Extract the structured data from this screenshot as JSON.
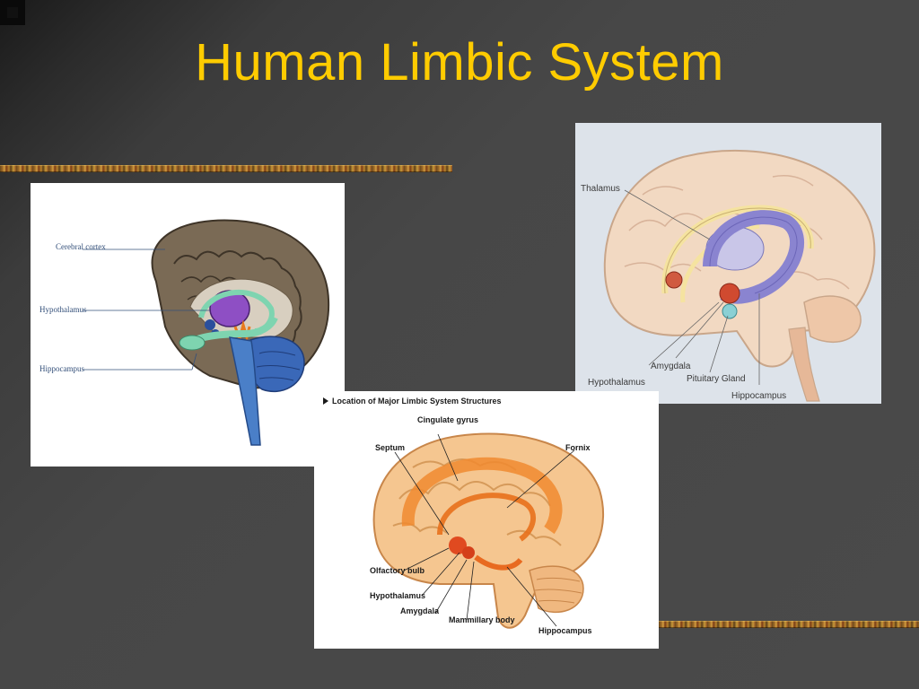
{
  "slide": {
    "title": "Human Limbic System"
  },
  "left_figure": {
    "labels": [
      "Cerebral cortex",
      "Hypothalamus",
      "Hippocampus"
    ]
  },
  "right_figure": {
    "labels": [
      "Thalamus",
      "Amygdala",
      "Pituitary Gland",
      "Hypothalamus",
      "Hippocampus"
    ]
  },
  "bottom_figure": {
    "heading": "Location of Major Limbic System Structures",
    "labels": {
      "cingulate": "Cingulate gyrus",
      "septum": "Septum",
      "fornix": "Fornix",
      "olfactory": "Olfactory bulb",
      "hypothalamus": "Hypothalamus",
      "amygdala": "Amygdala",
      "mammillary": "Mammillary body",
      "hippocampus": "Hippocampus"
    }
  },
  "colors": {
    "title": "#ffcc00",
    "background": "#474747",
    "stripe": "#a06a28"
  }
}
